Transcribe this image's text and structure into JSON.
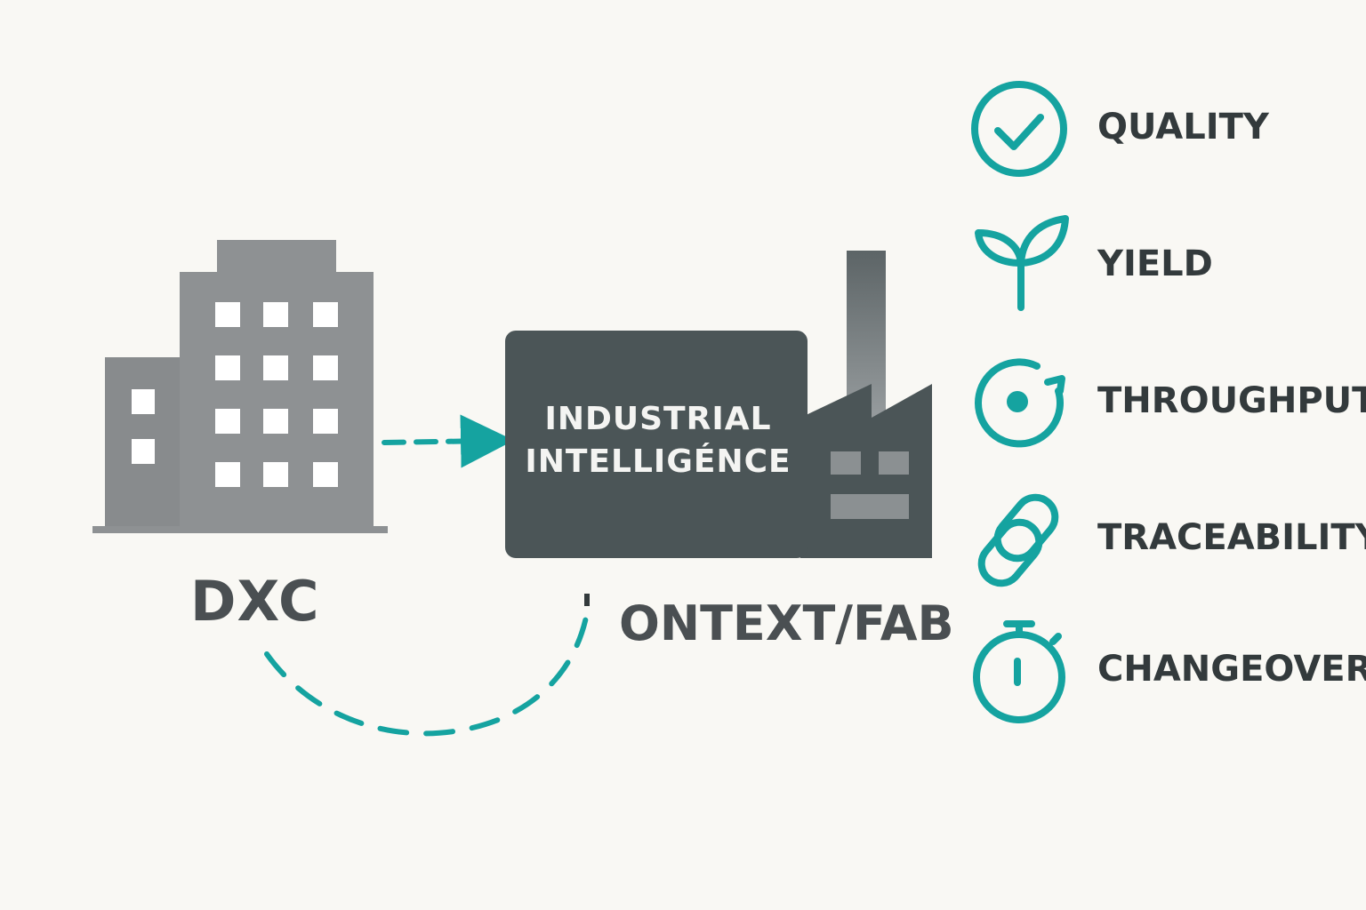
{
  "left_node": {
    "label": "DXC",
    "icon": "office-building-icon"
  },
  "center_node": {
    "title_line1": "INDUSTRIAL",
    "title_line2": "INTELLIGÉNCE",
    "label": "ONTEXT/FAB",
    "icon": "factory-icon"
  },
  "kpis": [
    {
      "label": "QUALITY",
      "icon": "check-circle-icon"
    },
    {
      "label": "YIELD",
      "icon": "sprout-icon"
    },
    {
      "label": "THROUGHPUT",
      "icon": "cycle-target-icon"
    },
    {
      "label": "TRACEABILITY",
      "icon": "chain-link-icon"
    },
    {
      "label": "CHANGEOVER",
      "icon": "stopwatch-icon"
    }
  ],
  "colors": {
    "background": "#f9f8f4",
    "teal": "#15a3a0",
    "building_gray": "#8a8d8f",
    "factory_dark": "#4b5557",
    "text_dark": "#333a3c"
  }
}
